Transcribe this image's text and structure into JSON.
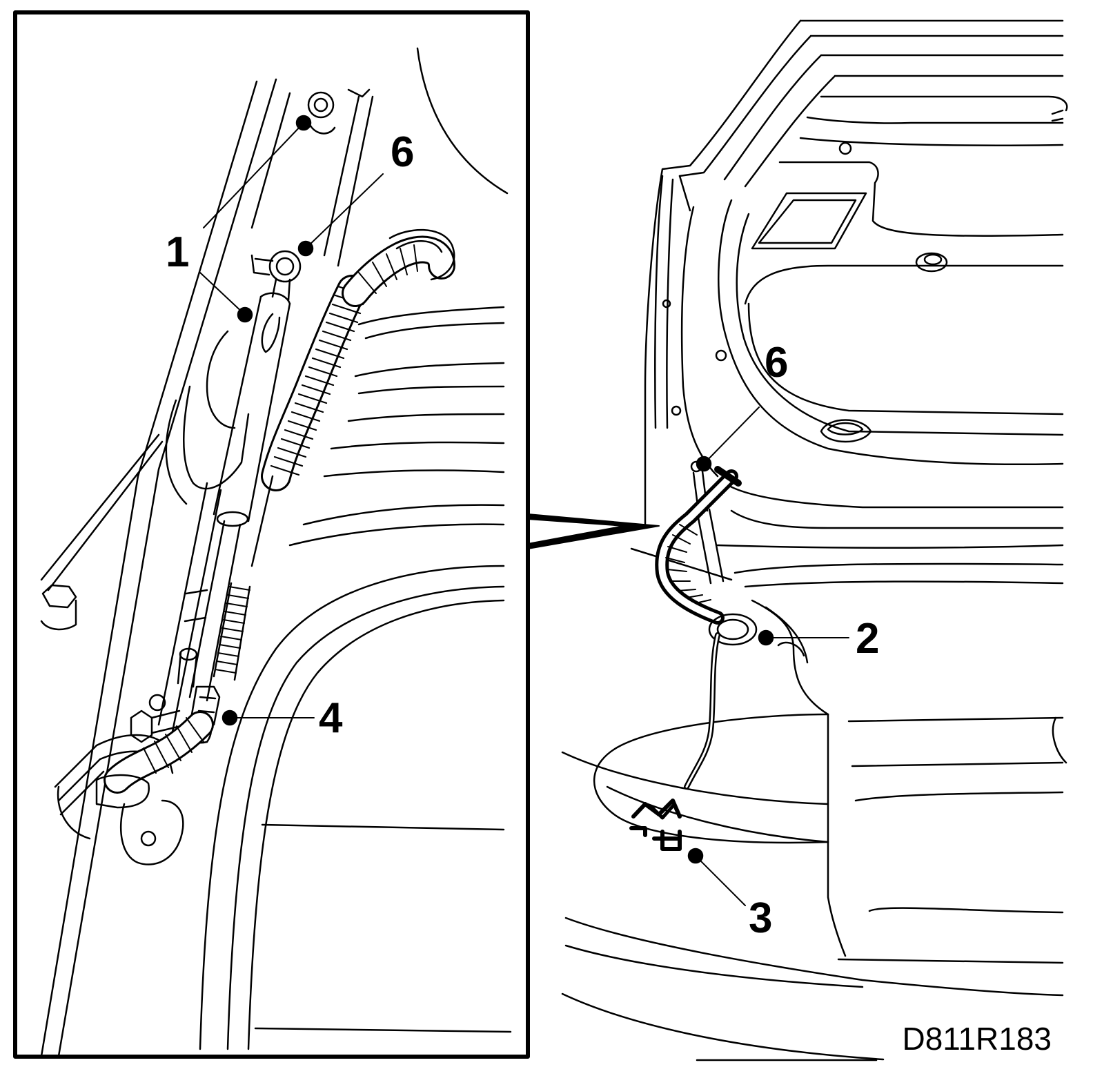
{
  "callouts": {
    "inset_1": "1",
    "inset_6": "6",
    "inset_4": "4",
    "main_6": "6",
    "main_2": "2",
    "main_3": "3"
  },
  "figure_code": "D811R183",
  "colors": {
    "line": "#000000",
    "background": "#ffffff"
  }
}
